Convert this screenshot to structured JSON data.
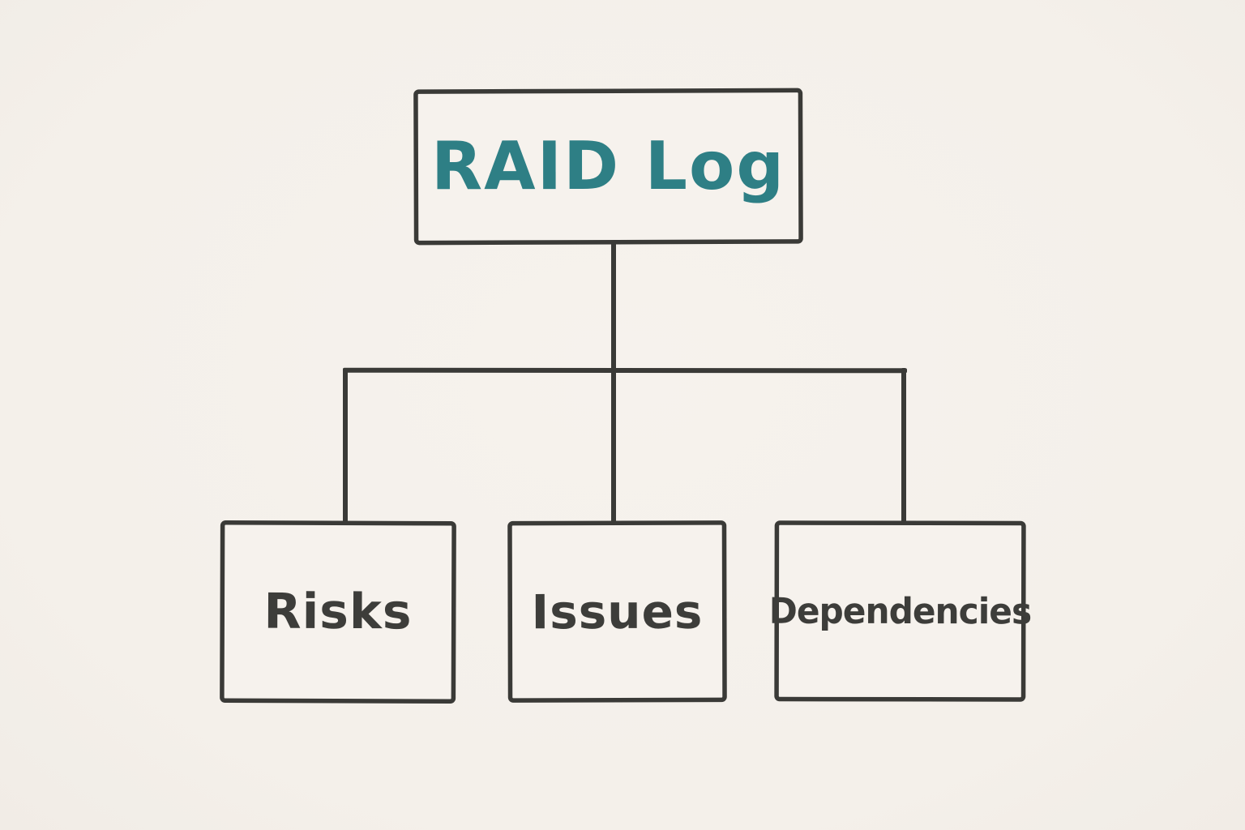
{
  "diagram": {
    "title": "RAID Log",
    "root_node": {
      "label": "RAID Log",
      "text_color": "#2e7f85"
    },
    "child_nodes": [
      {
        "label": "Risks"
      },
      {
        "label": "Issues"
      },
      {
        "label": "Dependencies"
      }
    ],
    "colors": {
      "background": "#f5f1ec",
      "box_fill": "#f6f2ed",
      "line_and_border": "#3a3a37",
      "child_text": "#3d3d3a",
      "accent_teal": "#2e7f85"
    },
    "style": "hand-drawn flowchart",
    "structure": "root connects via T-shaped connector to three children"
  }
}
